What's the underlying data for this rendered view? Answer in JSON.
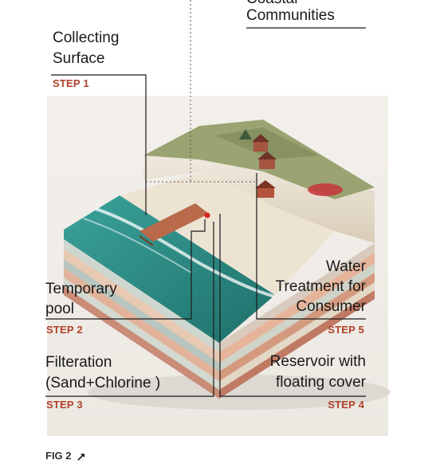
{
  "labels": {
    "coastal": "Coastal",
    "communities": "Communities",
    "collecting_1": "Collecting",
    "collecting_2": "Surface",
    "temporary_1": "Temporary",
    "temporary_2": "pool",
    "filtration_1": "Filteration",
    "filtration_2": "(Sand+Chlorine )",
    "water_1": "Water",
    "water_2": "Treatment for",
    "water_3": "Consumer",
    "reservoir_1": "Reservoir with",
    "reservoir_2": "floating cover"
  },
  "steps": {
    "s1": "STEP 1",
    "s2": "STEP 2",
    "s3": "STEP 3",
    "s4": "STEP 4",
    "s5": "STEP 5"
  },
  "figure": {
    "label": "FIG 2",
    "arrow_icon": "arrow-up-right-icon"
  },
  "colors": {
    "step_red": "#b0412b",
    "sea": "#2e8f86",
    "sand": "#e9ddc8"
  }
}
